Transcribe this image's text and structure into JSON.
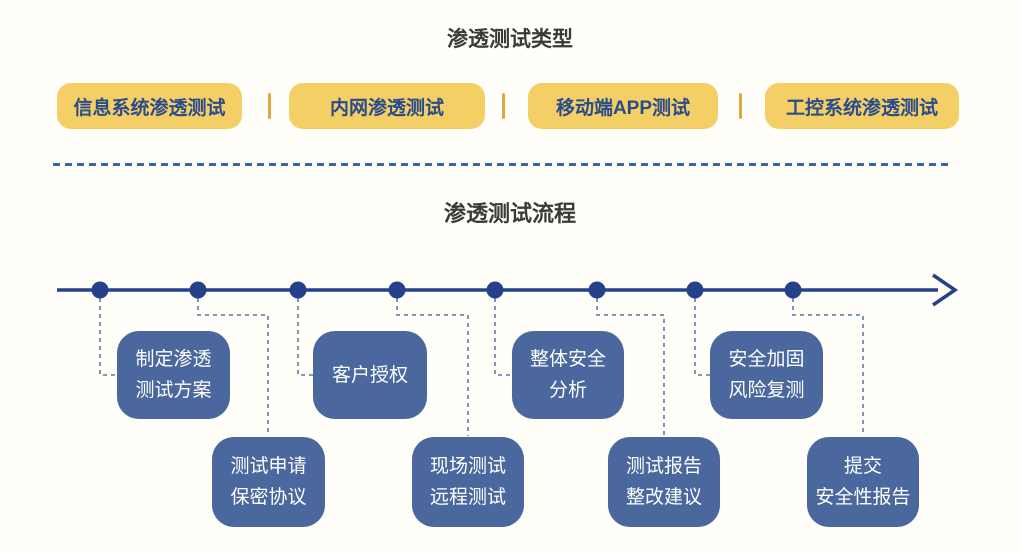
{
  "colors": {
    "background": "#fffef9",
    "title_text": "#3a3a3a",
    "type_button_bg": "#f3cf66",
    "type_button_text": "#2b4c8c",
    "type_separator": "#e2a93e",
    "dashed_divider": "#3e63ae",
    "timeline": "#24418a",
    "connector": "#7287b5",
    "step_box_bg": "#4a689d",
    "step_box_text": "#ffffff"
  },
  "types": {
    "title": "渗透测试类型",
    "items": [
      {
        "label": "信息系统渗透测试"
      },
      {
        "label": "内网渗透测试"
      },
      {
        "label": "移动端APP测试"
      },
      {
        "label": "工控系统渗透测试"
      }
    ]
  },
  "process": {
    "title": "渗透测试流程",
    "steps": [
      {
        "label": "制定渗透\n测试方案"
      },
      {
        "label": "测试申请\n保密协议"
      },
      {
        "label": "客户授权"
      },
      {
        "label": "现场测试\n远程测试"
      },
      {
        "label": "整体安全\n分析"
      },
      {
        "label": "测试报告\n整改建议"
      },
      {
        "label": "安全加固\n风险复测"
      },
      {
        "label": "提交\n安全性报告"
      }
    ]
  }
}
